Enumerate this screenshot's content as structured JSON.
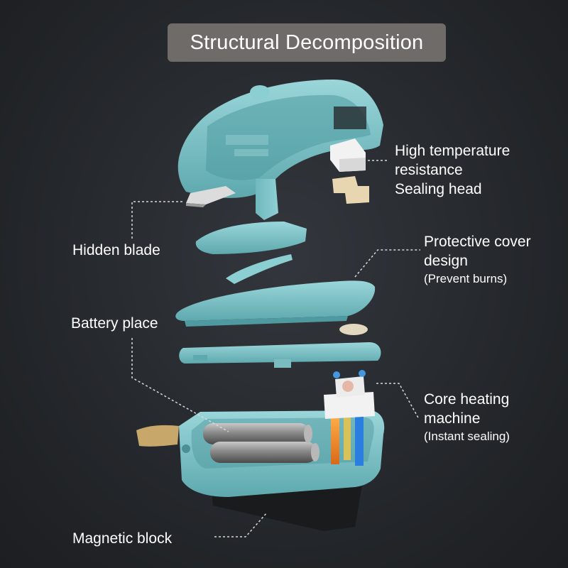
{
  "title": "Structural Decomposition",
  "labels": {
    "sealing_head": [
      "High temperature",
      "resistance",
      "Sealing head"
    ],
    "hidden_blade": "Hidden blade",
    "protective_cover": [
      "Protective cover",
      "design"
    ],
    "protective_cover_note": "(Prevent burns)",
    "battery_place": "Battery place",
    "core_heating": [
      "Core heating",
      "machine"
    ],
    "core_heating_note": "(Instant sealing)",
    "magnetic_block": "Magnetic block"
  },
  "colors": {
    "shell": "#7fc7cc",
    "shell_dark": "#5aa8ae",
    "background": "#26292d",
    "title_box": "#6e6b69",
    "leader": "#d9d9d9"
  }
}
